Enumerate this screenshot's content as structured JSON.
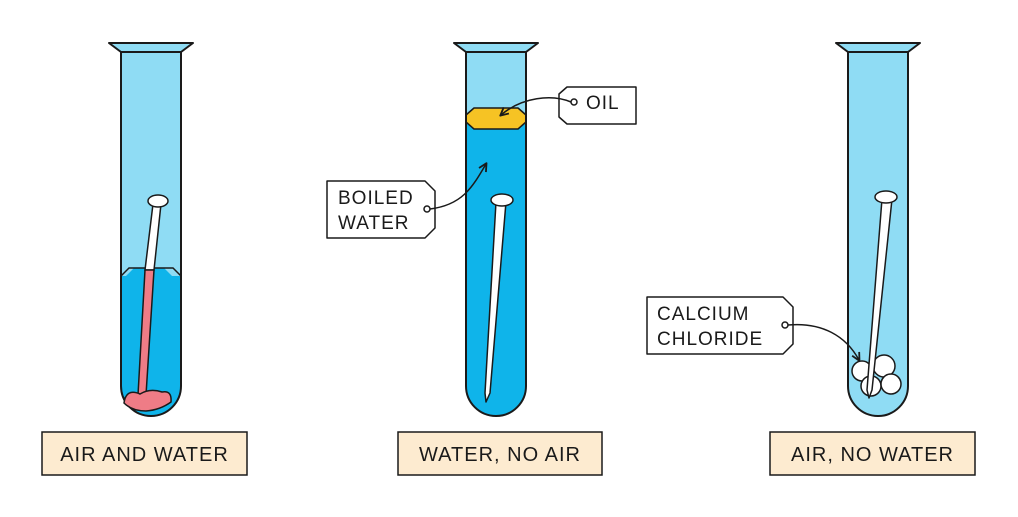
{
  "colors": {
    "air": "#8fdcf4",
    "water": "#0fb4ea",
    "oil": "#f6c324",
    "rust": "#ef7c86",
    "tag": "#ffffff",
    "caption_bg": "#fdebd0",
    "outline": "#1a1a1a"
  },
  "tubes": [
    {
      "caption": "AIR AND WATER",
      "contents": [
        "air",
        "water",
        "rusted nail"
      ]
    },
    {
      "caption": "WATER, NO AIR",
      "contents": [
        "oil layer",
        "boiled water",
        "nail"
      ],
      "tags": {
        "oil": "OIL",
        "boiled_water": [
          "BOILED",
          "WATER"
        ]
      }
    },
    {
      "caption": "AIR, NO WATER",
      "contents": [
        "air",
        "nail",
        "calcium chloride"
      ],
      "tags": {
        "calcium_chloride": [
          "CALCIUM",
          "CHLORIDE"
        ]
      }
    }
  ]
}
